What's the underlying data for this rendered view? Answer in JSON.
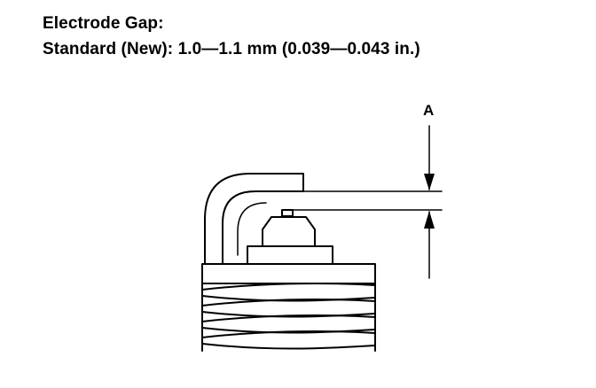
{
  "heading": {
    "title": "Electrode Gap:",
    "spec_label": "Standard (New):",
    "spec_metric": "1.0—1.1 mm",
    "spec_imperial": "(0.039—0.043 in.)"
  },
  "figure": {
    "callout_a": "A"
  }
}
